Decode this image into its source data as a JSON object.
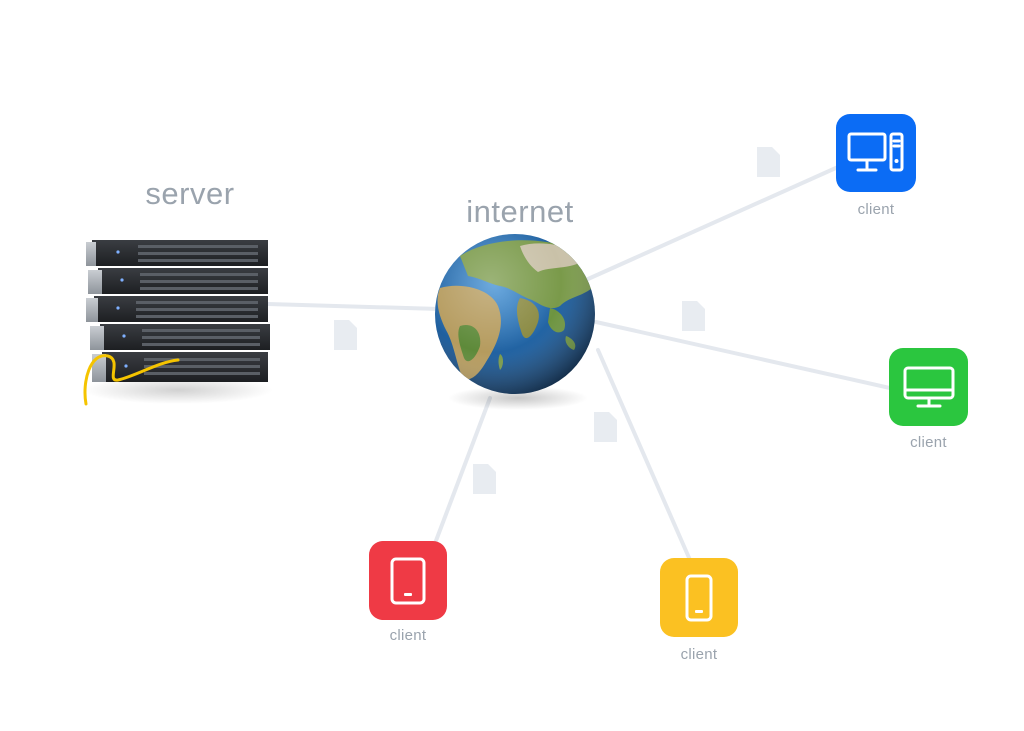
{
  "labels": {
    "server": "server",
    "internet": "internet"
  },
  "clients": [
    {
      "label": "client",
      "device": "desktop-tower-icon",
      "color": "#0b6cf5"
    },
    {
      "label": "client",
      "device": "monitor-icon",
      "color": "#2bc63f"
    },
    {
      "label": "client",
      "device": "tablet-icon",
      "color": "#ef3a45"
    },
    {
      "label": "client",
      "device": "phone-icon",
      "color": "#fbc122"
    }
  ],
  "colors": {
    "label_text": "#9aa3ad",
    "connector": "#e4e8ee",
    "file_icon": "#e8ecf1"
  }
}
